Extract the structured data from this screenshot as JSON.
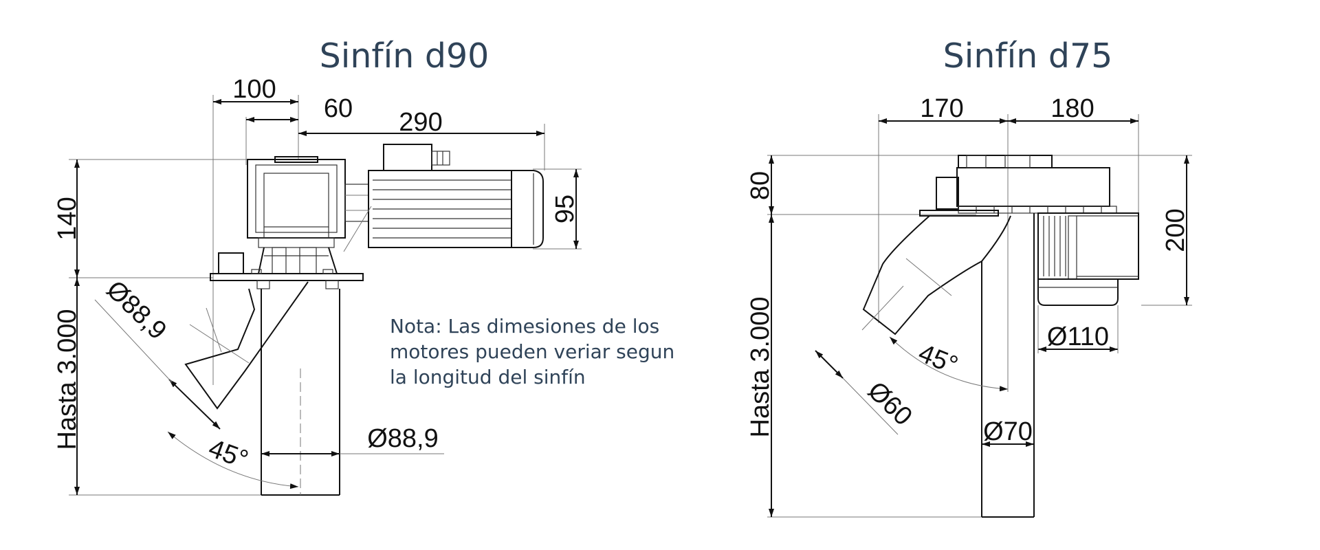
{
  "left": {
    "title": "Sinfín d90",
    "dims": {
      "d100": "100",
      "d60": "60",
      "d290": "290",
      "d140": "140",
      "d95": "95",
      "hasta": "Hasta 3.000",
      "inlet_diameter": "Ø88,9",
      "tube_diameter": "Ø88,9",
      "angle": "45°"
    }
  },
  "right": {
    "title": "Sinfín d75",
    "dims": {
      "d170": "170",
      "d180": "180",
      "d80": "80",
      "d200": "200",
      "hasta": "Hasta 3.000",
      "motor_diameter": "Ø110",
      "inlet_diameter": "Ø60",
      "tube_diameter": "Ø70",
      "angle": "45°"
    }
  },
  "note": {
    "line1": "Nota: Las dimesiones de los",
    "line2": "motores pueden veriar segun",
    "line3": "la longitud del sinfín"
  }
}
